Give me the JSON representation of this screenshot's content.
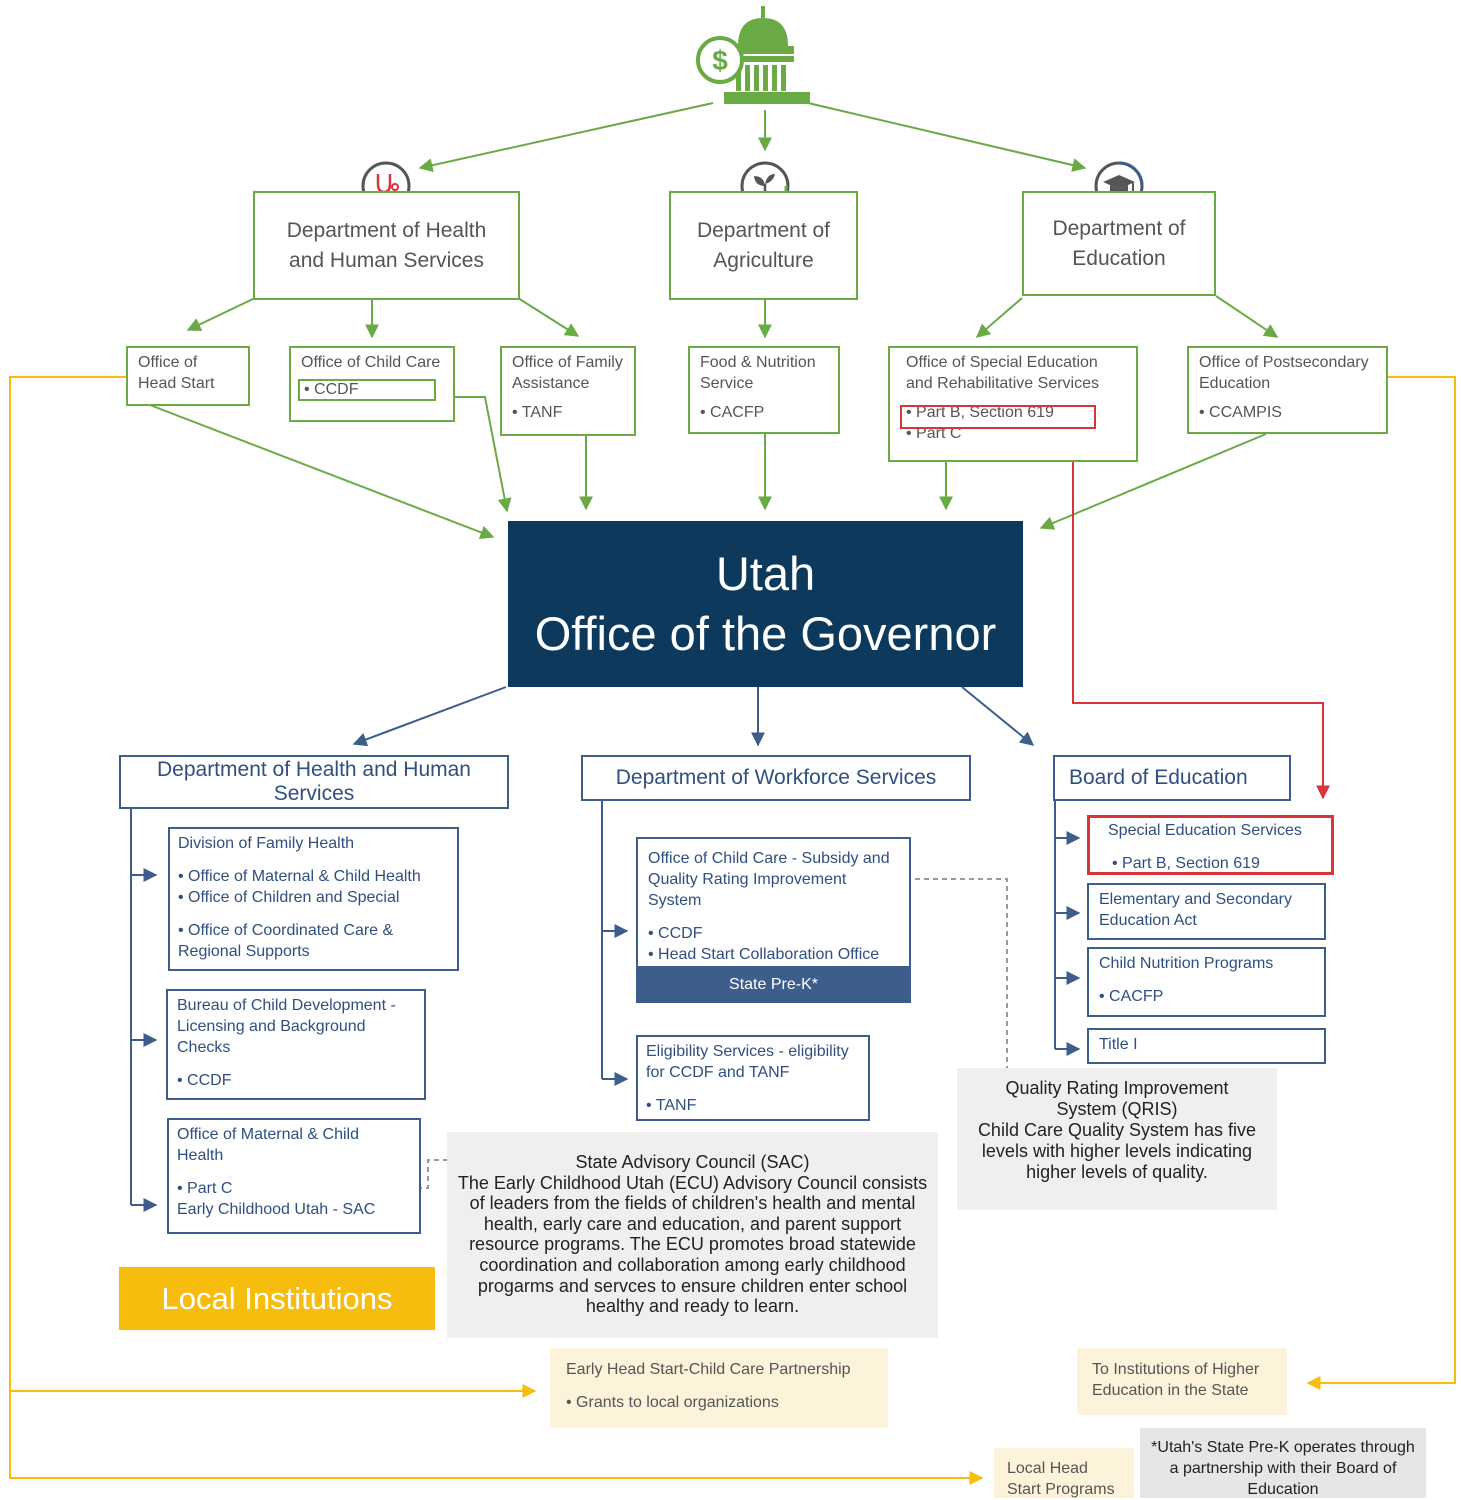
{
  "top_level": {
    "dept_hhs": "Department of Health and Human Services",
    "dept_ag": "Department of Agriculture",
    "dept_ed": "Department of Education"
  },
  "federal_offices": {
    "head_start": {
      "title": "Office of Head Start"
    },
    "child_care": {
      "title": "Office of Child Care",
      "item": "• CCDF"
    },
    "family_assistance": {
      "title": "Office of Family Assistance",
      "item": "• TANF"
    },
    "food_nutrition": {
      "title": "Food & Nutrition Service",
      "item": "• CACFP"
    },
    "special_ed": {
      "title": "Office of Special Education and Rehabilitative Services",
      "item1": "• Part B, Section 619",
      "item2": "• Part C"
    },
    "postsecondary": {
      "title": "Office of Postsecondary Education",
      "item": "• CCAMPIS"
    }
  },
  "governor": {
    "line1": "Utah",
    "line2": "Office of the Governor"
  },
  "state_depts": {
    "hhs": "Department of Health and Human Services",
    "workforce": "Department of Workforce Services",
    "board": "Board of Education"
  },
  "hhs_units": {
    "family_health": {
      "title": "Division of Family Health",
      "item1": "• Office of Maternal & Child Health",
      "item2": "• Office of Children and Special",
      "item3": "• Office of Coordinated Care & Regional Supports"
    },
    "bureau": {
      "title": "Bureau of Child Development - Licensing and Background Checks",
      "item": "• CCDF"
    },
    "maternal": {
      "title": "Office of Maternal & Child Health",
      "item1": "• Part C",
      "item2": "Early Childhood Utah - SAC"
    }
  },
  "workforce_units": {
    "child_care": {
      "title": "Office of Child Care - Subsidy and Quality Rating Improvement System",
      "item1": "• CCDF",
      "item2": "• Head Start Collaboration Office",
      "band": "State Pre-K*"
    },
    "eligibility": {
      "title": "Eligibility Services - eligibility for CCDF and TANF",
      "item": "• TANF"
    }
  },
  "board_units": {
    "sped": {
      "title": "Special Education Services",
      "item": "• Part B, Section 619"
    },
    "esea": {
      "title": "Elementary and Secondary Education Act"
    },
    "nutrition": {
      "title": "Child Nutrition Programs",
      "item": "• CACFP"
    },
    "title1": {
      "title": "Title I"
    }
  },
  "qris": {
    "title": "Quality Rating Improvement System (QRIS)",
    "body": "Child Care Quality System has five levels with higher levels indicating higher levels of quality."
  },
  "sac": {
    "title": "State Advisory Council (SAC)",
    "body": "The Early Childhood Utah (ECU) Advisory Council consists of leaders from the fields of children's health and mental health, early care and education, and parent support resource programs. The ECU promotes broad statewide coordination and collaboration among early childhood progarms and servces to ensure children enter school healthy and ready to learn."
  },
  "local": {
    "label": "Local Institutions",
    "ehs": {
      "title": "Early Head Start-Child Care Partnership",
      "item": "• Grants to local organizations"
    },
    "higher_ed": "To Institutions of Higher Education in the State",
    "head_start_programs": "Local Head Start Programs"
  },
  "footnote": "*Utah's State Pre-K operates through a partnership with their Board of Education",
  "colors": {
    "green": "#6aaa45",
    "blue": "#3d5d8a",
    "navy": "#0d3a5c",
    "red": "#d9343c",
    "yellow": "#f6bc0e",
    "grey": "#9a9a9a"
  },
  "icons": [
    "capitol-dollar-icon",
    "stethoscope-icon",
    "plant-icon",
    "graduation-cap-icon"
  ]
}
